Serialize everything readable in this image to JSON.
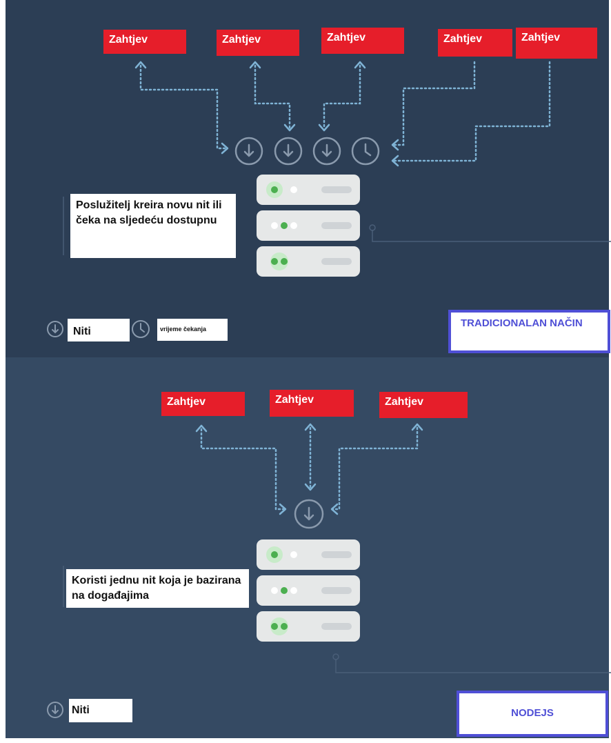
{
  "traditional": {
    "requests": [
      "Zahtjev",
      "Zahtjev",
      "Zahtjev",
      "Zahtjev",
      "Zahtjev"
    ],
    "note": "Poslužitelj kreira novu nit ili čeka na sljedeću dostupnu",
    "legend": {
      "threads_label": "Niti",
      "wait_label": "vrijeme čekanja"
    },
    "tag": "TRADICIONALAN NAČIN"
  },
  "nodejs": {
    "requests": [
      "Zahtjev",
      "Zahtjev",
      "Zahtjev"
    ],
    "note": "Koristi jednu nit koja je bazirana na događajima",
    "legend": {
      "threads_label": "Niti"
    },
    "tag": "NODEJS"
  },
  "icons": {
    "thread": "download-circle-icon",
    "wait": "clock-circle-icon",
    "server": "server-stack-icon"
  },
  "colors": {
    "panel_top": "#2c3e55",
    "panel_bottom": "#354a63",
    "request_red": "#e61e2a",
    "connector": "#7fb3d5",
    "tag_border": "#4f4fd6",
    "server_light": "#e6e8e8",
    "server_green": "#4caf50"
  }
}
